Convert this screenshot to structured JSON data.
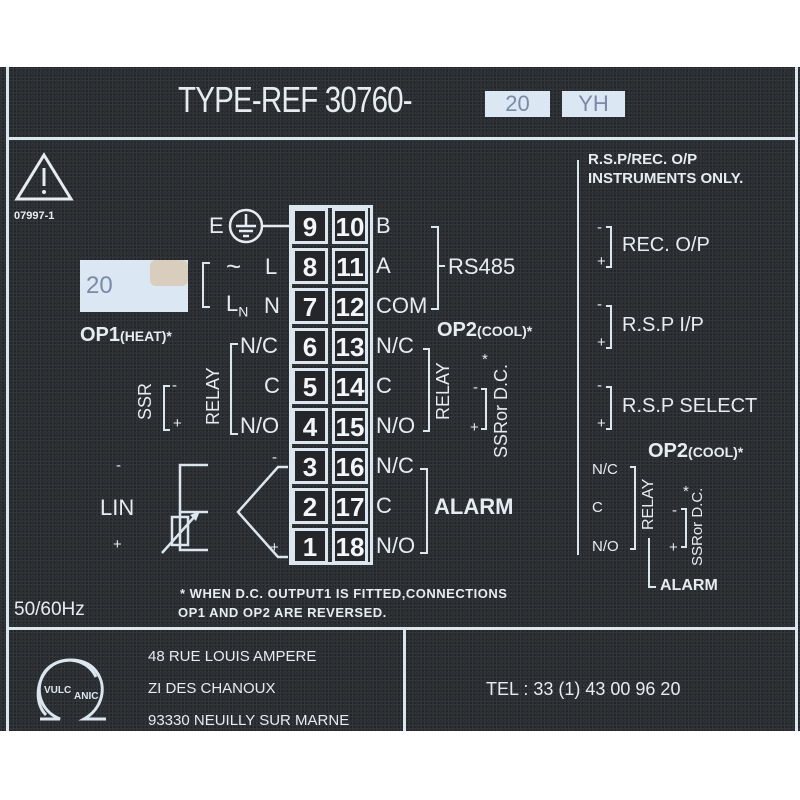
{
  "header": {
    "title": "TYPE-REF 30760-",
    "sticker1": "20",
    "sticker2": "YH"
  },
  "warning": {
    "icon": "warning-triangle-icon",
    "code": "07997-1"
  },
  "voltage_sticker": "20",
  "op1_label": "OP1",
  "op1_sub": "(HEAT)*",
  "op2_label": "OP2",
  "op2_sub": "(COOL)*",
  "power": {
    "earth": "E",
    "live": "L",
    "neutral": "N",
    "ac_symbol": "~",
    "ln_symbol": "L",
    "ln_sub": "N"
  },
  "terminals_left": [
    "9",
    "8",
    "7",
    "6",
    "5",
    "4",
    "3",
    "2",
    "1"
  ],
  "terminals_right": [
    "10",
    "11",
    "12",
    "13",
    "14",
    "15",
    "16",
    "17",
    "18"
  ],
  "right_labels": [
    "B",
    "A",
    "COM",
    "N/C",
    "C",
    "N/O",
    "N/C",
    "C",
    "N/O"
  ],
  "left_labels": [
    "N/C",
    "C",
    "N/O"
  ],
  "rs485": "RS485",
  "relay": "RELAY",
  "ssr": "SSR",
  "ssr_or_dc": "SSRor D.C.",
  "alarm": "ALARM",
  "lin": "LIN",
  "minus": "-",
  "plus": "+",
  "asterisk": "*",
  "note_line1": "* WHEN D.C. OUTPUT1 IS FITTED,CONNECTIONS",
  "note_line2": "OP1 AND OP2 ARE REVERSED.",
  "frequency": "50/60Hz",
  "rsp_section": {
    "heading1": "R.S.P/REC. O/P",
    "heading2": "INSTRUMENTS ONLY.",
    "items": [
      "REC. O/P",
      "R.S.P I/P",
      "R.S.P SELECT"
    ],
    "op2_label": "OP2",
    "op2_sub": "(COOL)*",
    "relay_labels": [
      "N/C",
      "C",
      "N/O"
    ],
    "relay": "RELAY",
    "ssr_or_dc": "SSRor D.C.",
    "alarm": "ALARM"
  },
  "footer": {
    "logo_text1": "VULC",
    "logo_text2": "ANIC",
    "address": [
      "48 RUE LOUIS AMPERE",
      "ZI DES CHANOUX",
      "93330 NEUILLY SUR MARNE"
    ],
    "tel": "TEL : 33 (1) 43 00 96 20"
  },
  "colors": {
    "plate": "#2a2d31",
    "print": "#e6edf2",
    "sticker": "#dbe7f2"
  }
}
